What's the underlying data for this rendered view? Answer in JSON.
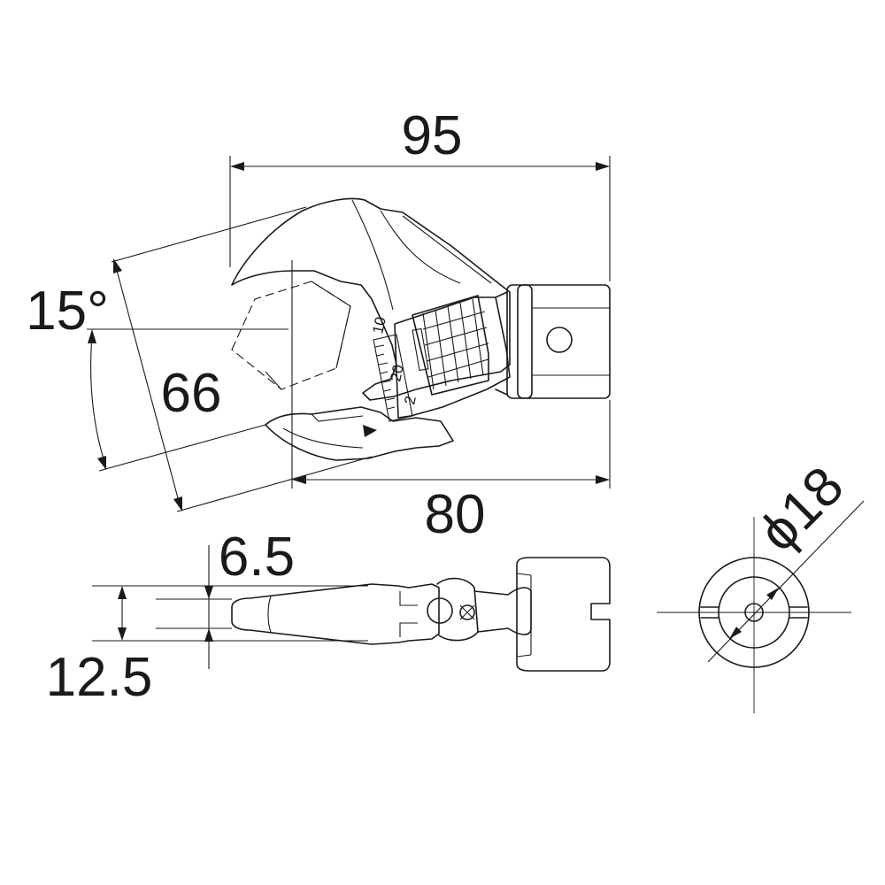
{
  "dimensions": {
    "overall_length": "95",
    "head_length": "80",
    "jaw_angle": "15°",
    "jaw_opening": "66",
    "thickness_inner": "6.5",
    "thickness_outer": "12.5",
    "square_drive_diameter": "ϕ18"
  },
  "scale_marks": {
    "mark_a": "10",
    "mark_b": "20",
    "mark_c": "2"
  }
}
